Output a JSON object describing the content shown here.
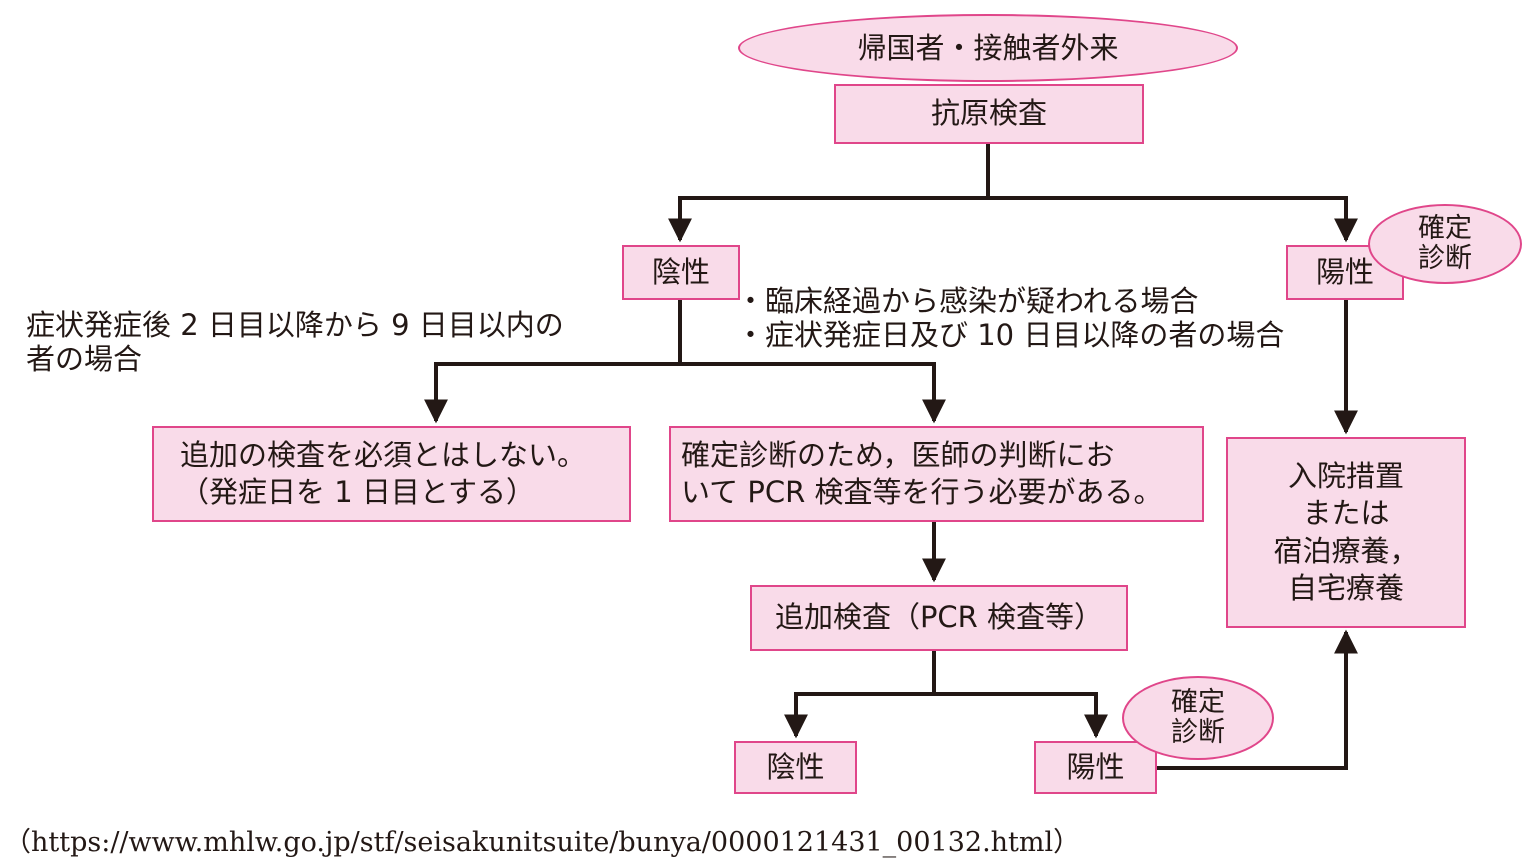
{
  "nodes": {
    "clinic": "帰国者・接触者外来",
    "antigen_test": "抗原検査",
    "negative1": "陰性",
    "positive1": "陽性",
    "confirm1": [
      "確定",
      "診断"
    ],
    "no_additional": [
      "追加の検査を必須とはしない。",
      "（発症日を 1 日目とする）"
    ],
    "pcr_needed": [
      "確定診断のため，医師の判断にお",
      "いて PCR 検査等を行う必要がある。"
    ],
    "additional_test": "追加検査（PCR 検査等）",
    "negative2": "陰性",
    "positive2": "陽性",
    "confirm2": [
      "確定",
      "診断"
    ],
    "hospital": [
      "入院措置",
      "または",
      "宿泊療養，",
      "自宅療養"
    ]
  },
  "labels": {
    "left_condition": [
      "症状発症後 2 日目以降から 9 日目以内の",
      "者の場合"
    ],
    "right_condition": [
      "・臨床経過から感染が疑われる場合",
      "・症状発症日及び 10 日目以降の者の場合"
    ]
  },
  "source": "（https://www.mhlw.go.jp/stf/seisakunitsuite/bunya/0000121431_00132.html）",
  "colors": {
    "fill": "#f9dbe9",
    "border": "#e0468a",
    "line": "#231815"
  }
}
